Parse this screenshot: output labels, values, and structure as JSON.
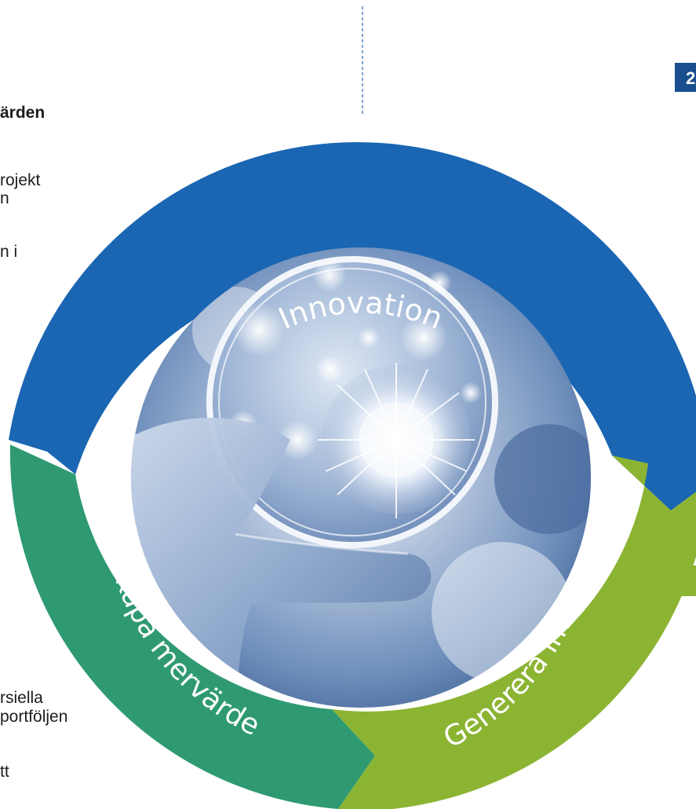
{
  "diagram": {
    "segments": [
      {
        "label": "Innovation",
        "color": "#1a66b3"
      },
      {
        "label": "Generera intäkter",
        "color": "#8cb433"
      },
      {
        "label": "Skapa mervärde",
        "color": "#2f9a72"
      }
    ],
    "accent_colors": {
      "connector": "#3a72b8",
      "corner_box_blue": "#1a4f8f",
      "corner_box_green": "#8cb433"
    },
    "center_image": "petri-dish-with-microbes-photo"
  },
  "left_text": {
    "heading_fragment": "ärden",
    "line1": "rojekt",
    "line2": "n",
    "line3": "n i",
    "line4": "rsiella",
    "line5": "portföljen",
    "line6": "tt"
  },
  "right_panel": {
    "box_text": "2"
  }
}
